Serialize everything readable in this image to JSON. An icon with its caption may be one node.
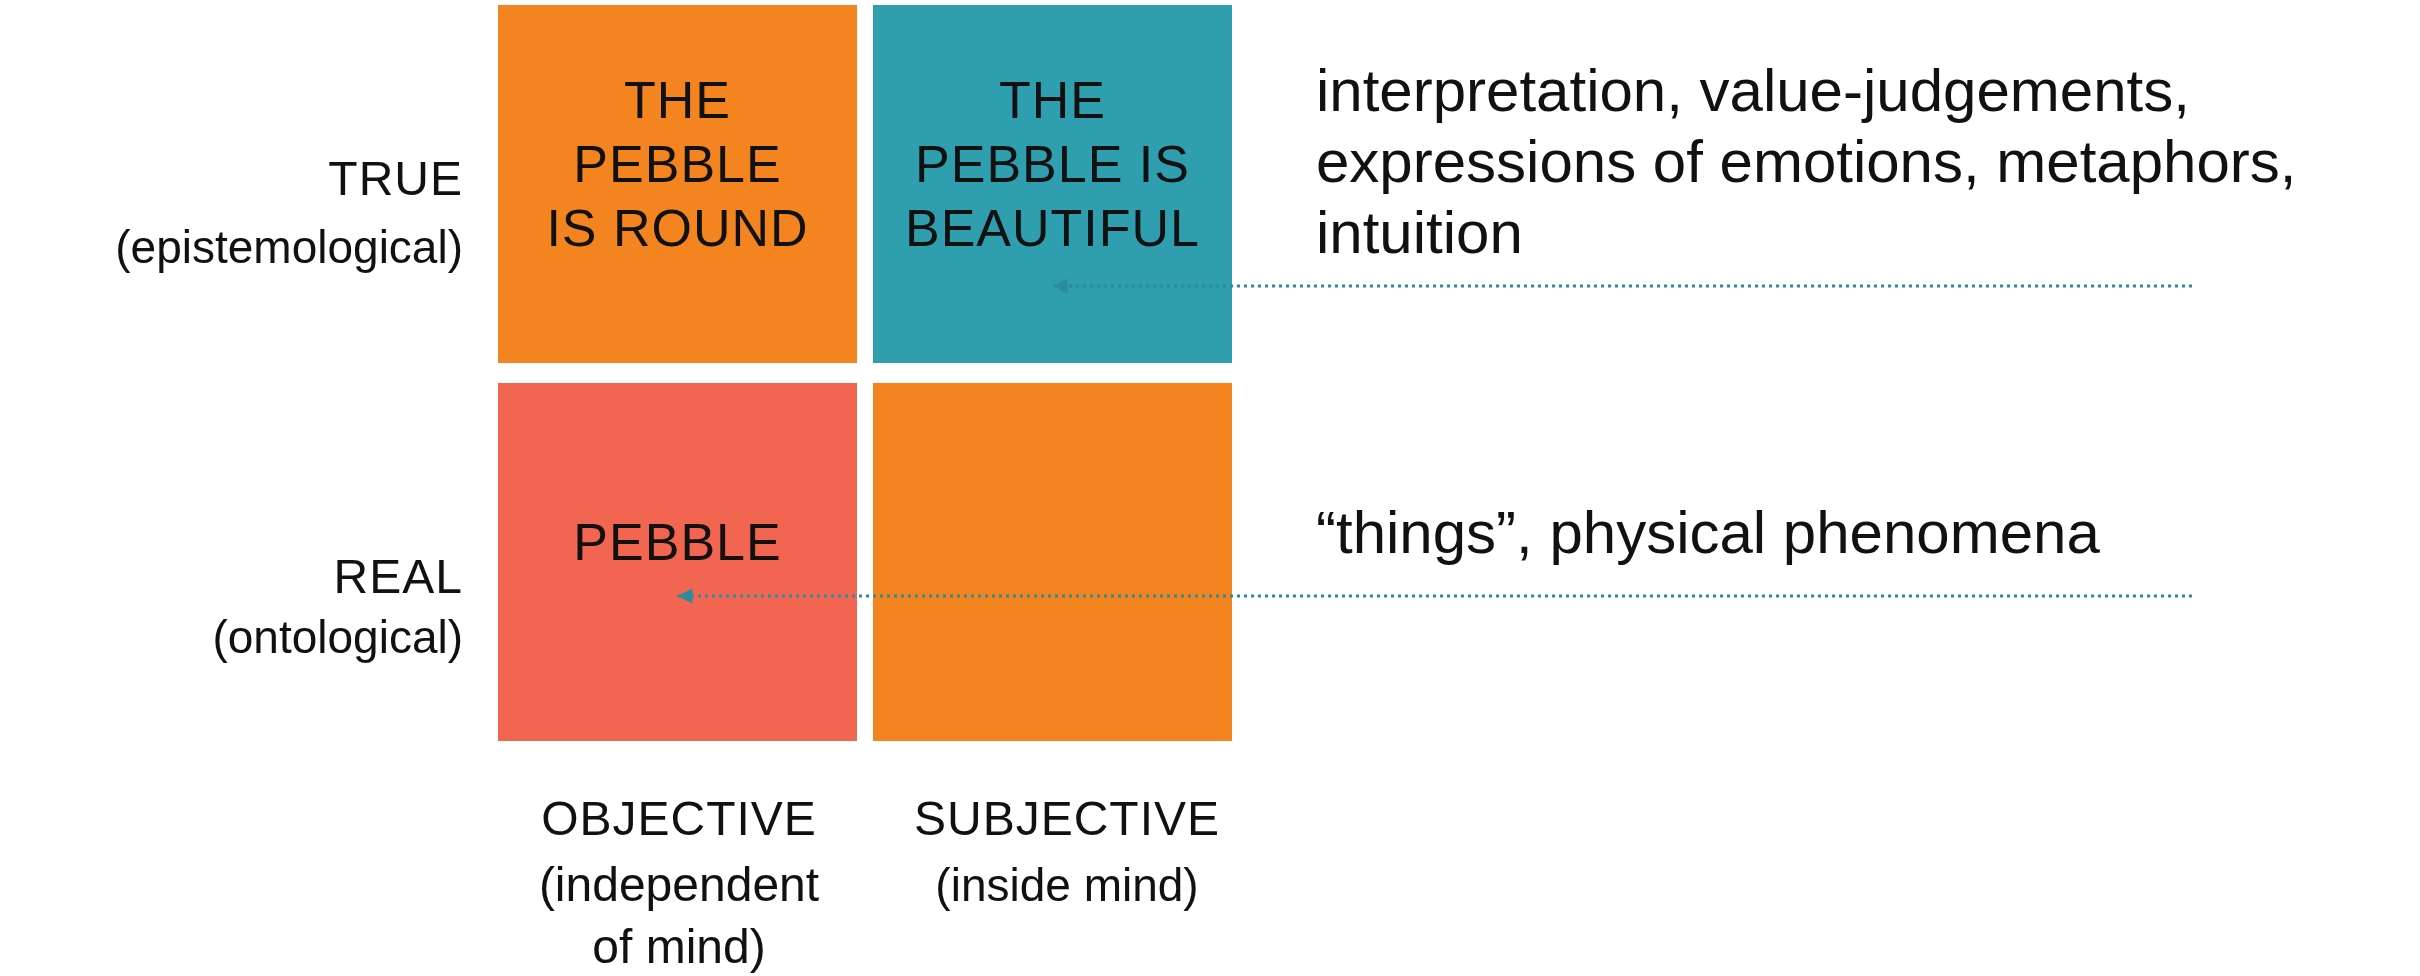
{
  "diagram": {
    "nodes": [
      {
        "text": [
          "THE PEBBLE IS ROUND"
        ]
      },
      {
        "text": [
          "THE PEBBLE IS BEAUTIFUL"
        ]
      },
      {
        "text": [
          "PEBBLE"
        ]
      },
      {
        "text": [],
        "shape": "box"
      }
    ],
    "edges": [
      {
        "from": null,
        "to": 1,
        "arrow": "to",
        "style": "dashed"
      },
      {
        "from": null,
        "to": 2,
        "arrow": "to",
        "style": "dashed"
      }
    ],
    "labels": [
      "TRUE",
      "(epistemological)",
      "interpretation, value-judgements, expressions of emotions, metaphors, intuition",
      "REAL",
      "(ontological)",
      "“things”, physical phenomena",
      "OBJECTIVE",
      "SUBJECTIVE",
      "(independent of mind)",
      "(inside mind)"
    ]
  }
}
